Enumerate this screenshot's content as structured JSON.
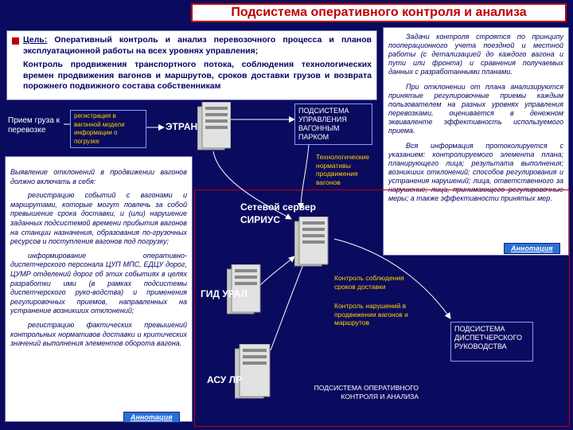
{
  "title": "Подсистема оперативного контроля и анализа",
  "goal": {
    "label": "Цель:",
    "text1": "Оперативный контроль и анализ перевозочного процесса и планов эксплуатационной работы на всех уровнях управления;",
    "text2": "Контроль продвижения транспортного потока, соблюдения технологических времен продвижения вагонов и маршрутов, сроков доставки грузов и возврата порожнего подвижного состава собственникам"
  },
  "right_panel": {
    "p1": "Задачи контроля строятся по принципу пооперационного учета поездной и местной работы (с детализацией до каждого вагона и пути или фронта) и сравнения получаемых данных с разработанными планами.",
    "p2": "При отклонении от плана анализируются принятые регулировочные приемы каждым пользователем на разных уровнях управления перевозками, оценивается в денежном эквиваленте эффективность используемого приема.",
    "p3": "Вся информация протоколируется с указанием: контролируемого элемента плана; планирующего лица; результата выполнения; возникших отклонений; способов регулирования и устранения нарушений; лица, ответственного за нарушение; лица, принимающего регулировочные меры; а также эффективности принятых мер.",
    "annotation": "Аннотация"
  },
  "left_panel": {
    "p1": "Выявление отклонений в продвижении вагонов должно включать в себя:",
    "p2": "регистрацию событий с вагонами и маршрутами, которые могут повлечь за собой превышение срока доставки, и (или) нарушение заданных подсистемой времени прибытия вагонов на станции назначения, образования по-грузочных ресурсов и поступления вагонов под погрузку;",
    "p3": "информирование оперативно-диспетчерского персонала ЦУП МПС, ЕДЦУ дорог, ЦУМР отделений дорог об этих событиях в целях разработки ими (в рамках подсистемы диспетчерского руко-водства) и применения регулировочных приемов, направленных на устранение возникших отклонений;",
    "p4": "регистрацию фактических превышений контрольных нормативов доставки и критических значений выполнения элементов оборота вагона.",
    "annotation": "Аннотация"
  },
  "diagram": {
    "cargo_label": "Прием груза к перевозке",
    "registration_label": "регистрация в вагонной модели информации о погрузке",
    "etran_label": "ЭТРАН",
    "wagon_park_subsystem": "ПОДСИСТЕМА УПРАВЛЕНИЯ ВАГОННЫМ ПАРКОМ",
    "tech_norms_label": "Технологические нормативы продвижения вагонов",
    "network_server_label": "Сетевой сервер СИРИУС",
    "gid_label": "ГИД УРАЛ",
    "asu_label": "АСУ ЛР",
    "delivery_control_label": "Контроль соблюдения сроков доставки",
    "violation_control_label": "Контроль нарушений в продвижении вагонов и маршрутов",
    "dispatch_subsystem": "ПОДСИСТЕМА ДИСПЕТЧЕРСКОГО РУКОВОДСТВА",
    "operational_subsystem": "ПОДСИСТЕМА ОПЕРАТИВНОГО КОНТРОЛЯ И АНАЛИЗА"
  },
  "colors": {
    "background": "#0a0a5e",
    "title_text": "#c00000",
    "yellow_text": "#ffd200",
    "annotation_button": "#2c6fd6"
  }
}
